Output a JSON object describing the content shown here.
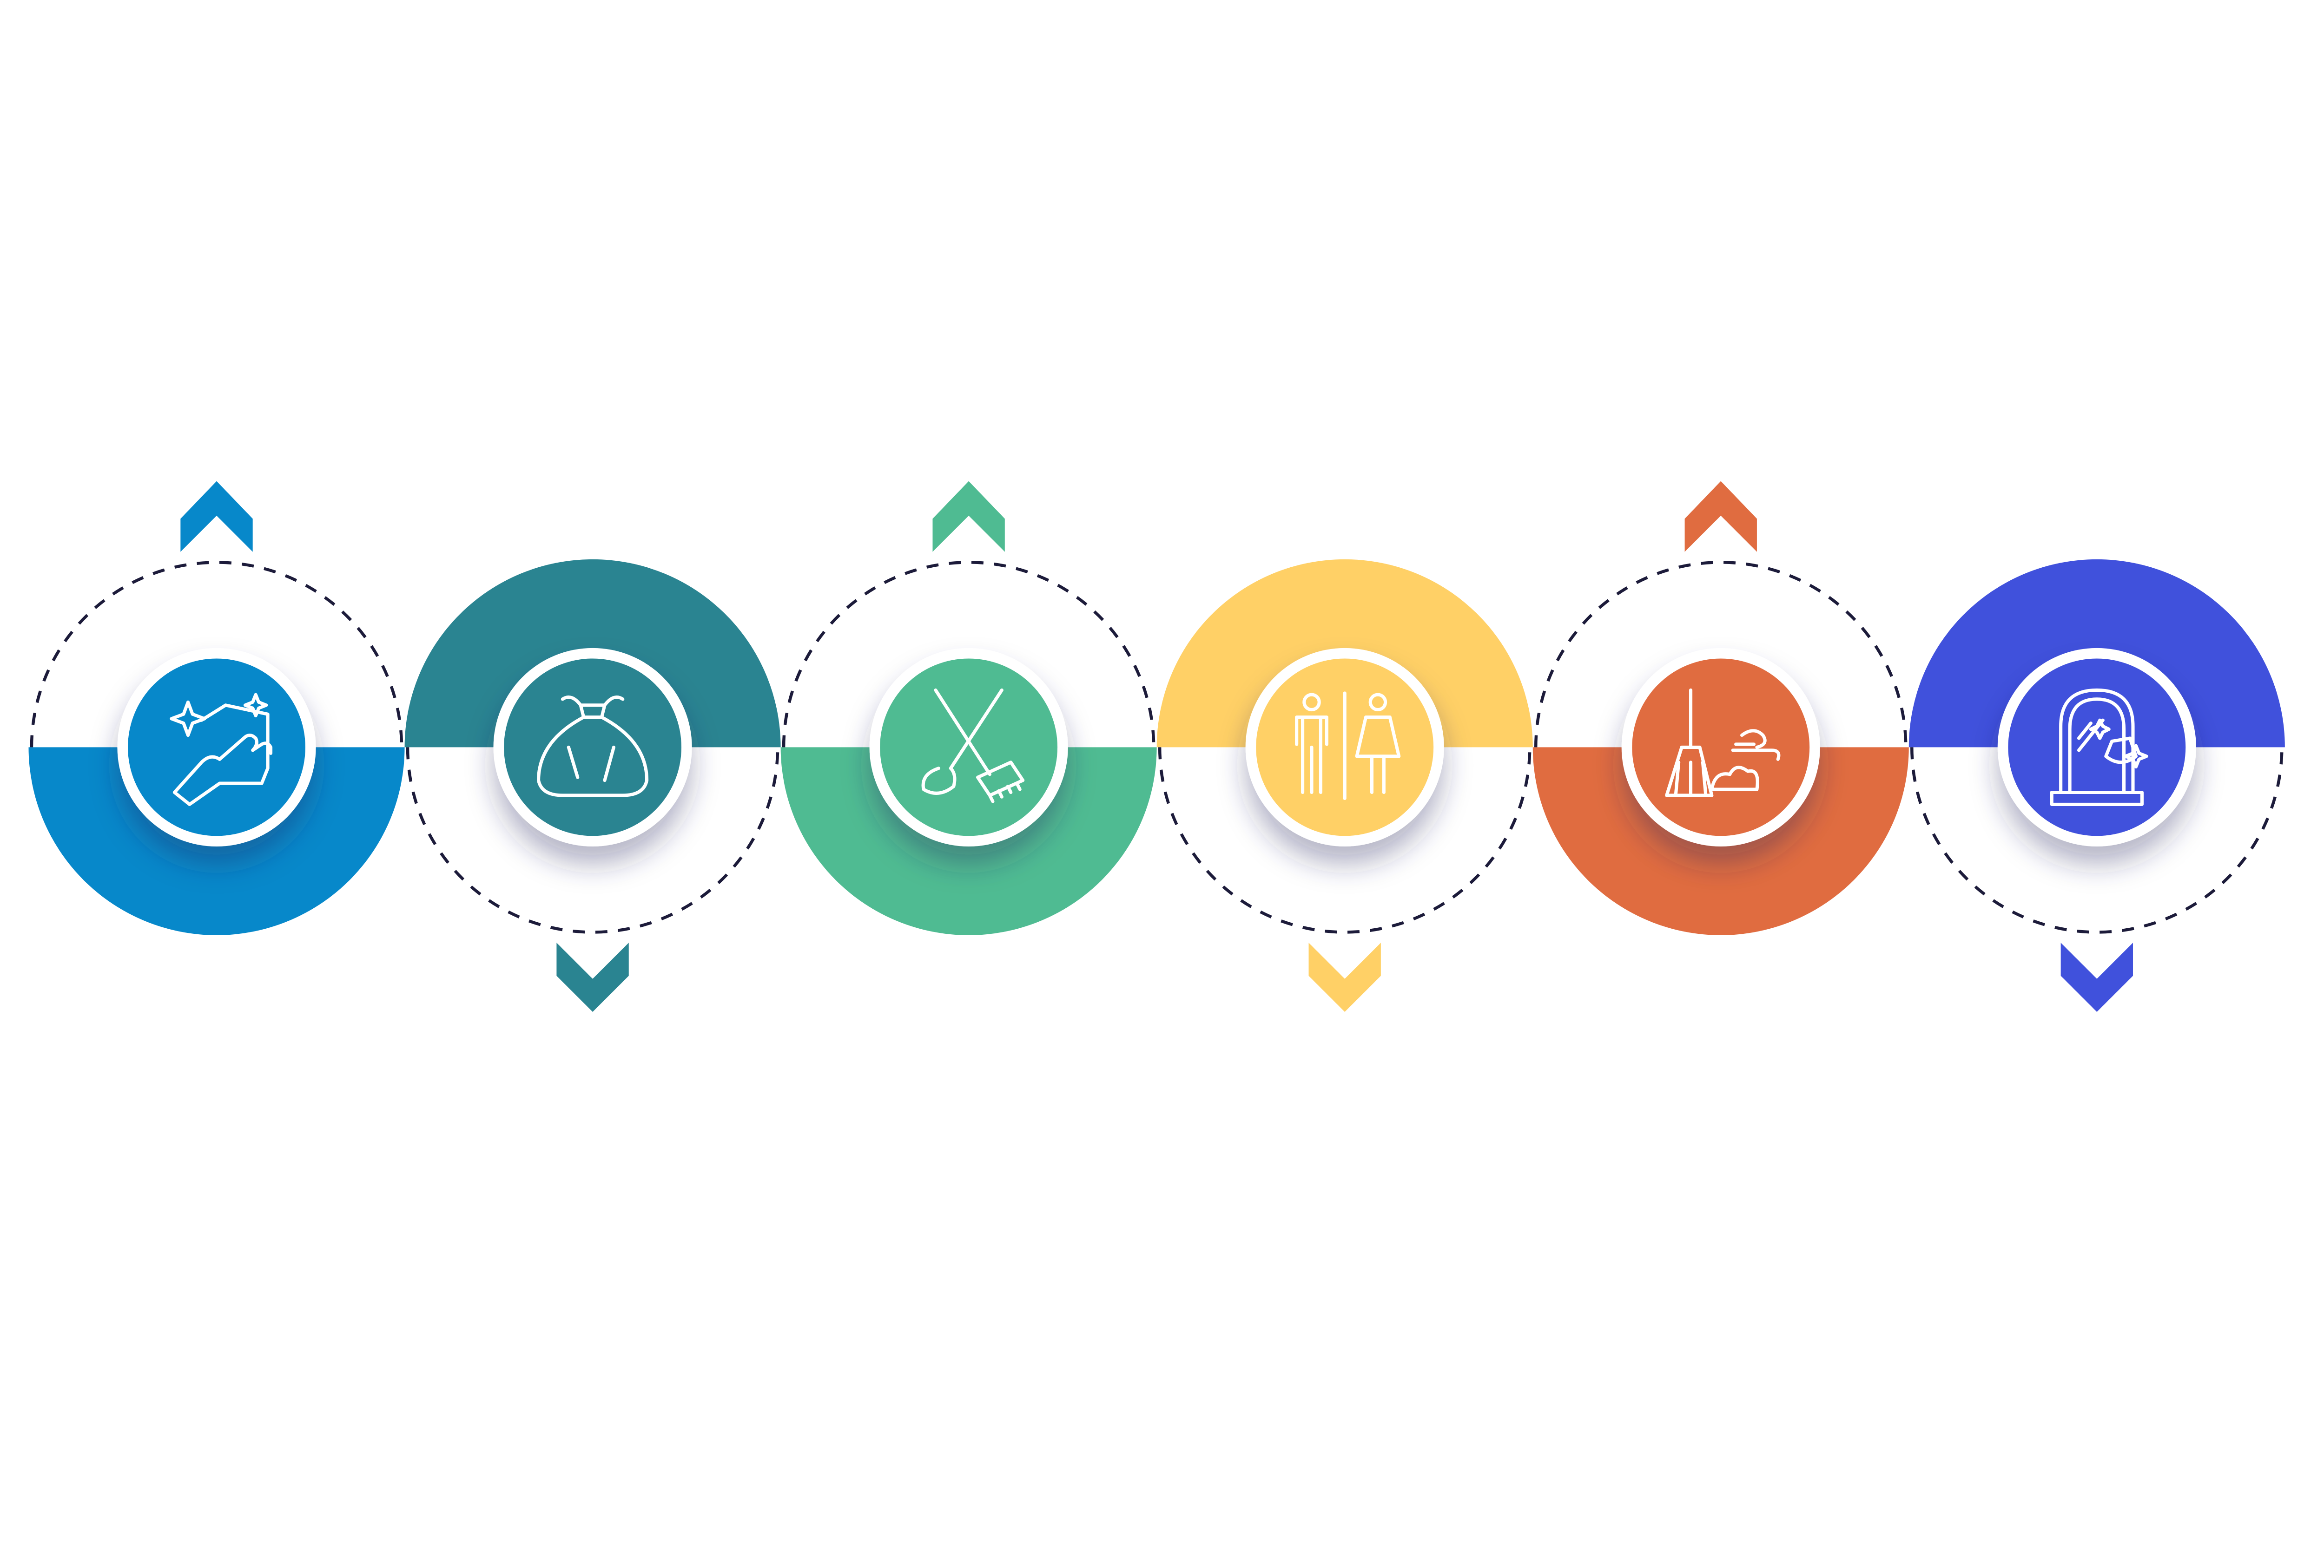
{
  "diagram": {
    "type": "process-steps",
    "dash_color": "#1c1b3a",
    "steps": [
      {
        "id": "wipe",
        "icon": "hand-wiping-cloth-icon",
        "color": "#0788ca",
        "filled_half": "bottom",
        "arrow": "up"
      },
      {
        "id": "trash",
        "icon": "trash-bag-icon",
        "color": "#2a8491",
        "filled_half": "top",
        "arrow": "down"
      },
      {
        "id": "mop",
        "icon": "mop-and-brush-icon",
        "color": "#4fbb92",
        "filled_half": "bottom",
        "arrow": "up"
      },
      {
        "id": "restroom",
        "icon": "restroom-icon",
        "color": "#ffd066",
        "filled_half": "top",
        "arrow": "down"
      },
      {
        "id": "sweep",
        "icon": "broom-sweeping-icon",
        "color": "#e06c40",
        "filled_half": "bottom",
        "arrow": "up"
      },
      {
        "id": "window",
        "icon": "window-cleaning-icon",
        "color": "#4051dc",
        "filled_half": "top",
        "arrow": "down"
      }
    ]
  }
}
